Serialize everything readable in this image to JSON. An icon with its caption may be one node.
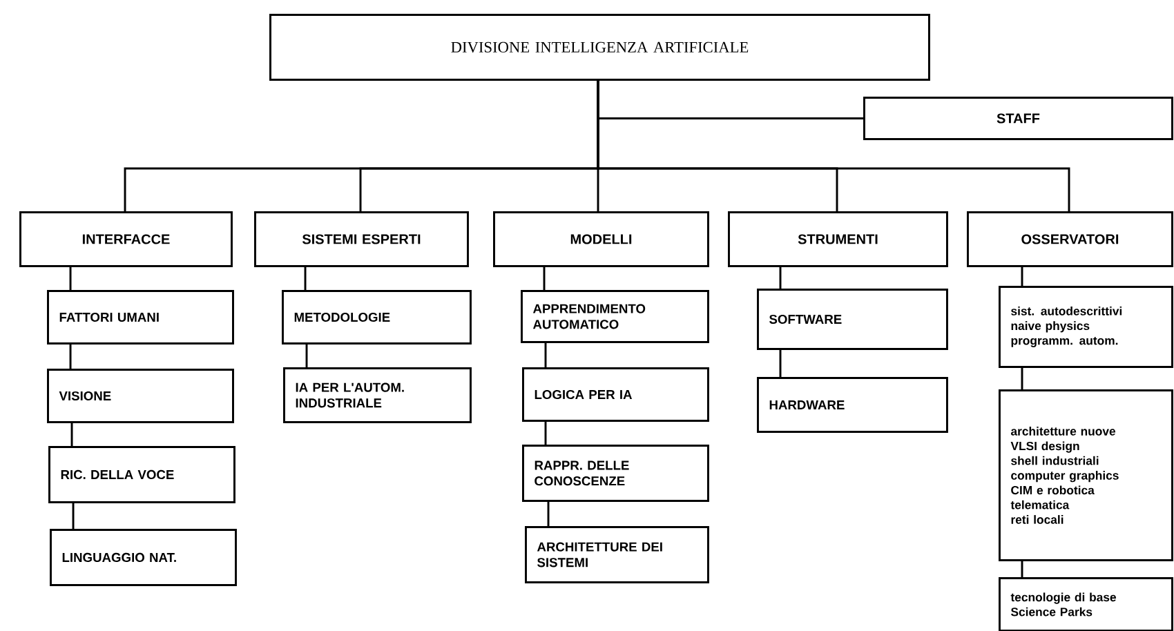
{
  "diagram": {
    "nodes": [
      {
        "text": [
          "DIVISIONE INTELLIGENZA ARTIFICIALE"
        ]
      },
      {
        "text": [
          "STAFF"
        ]
      },
      {
        "text": [
          "INTERFACCE"
        ]
      },
      {
        "text": [
          "SISTEMI ESPERTI"
        ]
      },
      {
        "text": [
          "MODELLI"
        ]
      },
      {
        "text": [
          "STRUMENTI"
        ]
      },
      {
        "text": [
          "OSSERVATORI"
        ]
      },
      {
        "text": [
          "FATTORI UMANI"
        ]
      },
      {
        "text": [
          "VISIONE"
        ]
      },
      {
        "text": [
          "RIC. DELLA VOCE"
        ]
      },
      {
        "text": [
          "LINGUAGGIO NAT."
        ]
      },
      {
        "text": [
          "METODOLOGIE"
        ]
      },
      {
        "text": [
          "IA PER L'AUTOM. INDUSTRIALE"
        ]
      },
      {
        "text": [
          "APPRENDIMENTO AUTOMATICO"
        ]
      },
      {
        "text": [
          "LOGICA PER IA"
        ]
      },
      {
        "text": [
          "RAPPR. DELLE CONOSCENZE"
        ]
      },
      {
        "text": [
          "ARCHITETTURE DEI SISTEMI"
        ]
      },
      {
        "text": [
          "SOFTWARE"
        ]
      },
      {
        "text": [
          "HARDWARE"
        ]
      },
      {
        "text": [
          "sist. autodescrittivi",
          "naive physics",
          "programm. autom."
        ]
      },
      {
        "text": [
          "architetture nuove",
          "VLSI design",
          "shell industriali",
          "computer graphics",
          "CIM e robotica",
          "telematica",
          "reti locali"
        ]
      },
      {
        "text": [
          "tecnologie di base",
          "Science Parks"
        ]
      }
    ],
    "edges": [
      {
        "from": 0,
        "to": 1,
        "arrow": "none"
      },
      {
        "from": 0,
        "to": 2,
        "arrow": "none"
      },
      {
        "from": 0,
        "to": 3,
        "arrow": "none"
      },
      {
        "from": 0,
        "to": 4,
        "arrow": "none"
      },
      {
        "from": 0,
        "to": 5,
        "arrow": "none"
      },
      {
        "from": 0,
        "to": 6,
        "arrow": "none"
      },
      {
        "from": 2,
        "to": 7,
        "arrow": "none"
      },
      {
        "from": 7,
        "to": 8,
        "arrow": "none"
      },
      {
        "from": 8,
        "to": 9,
        "arrow": "none"
      },
      {
        "from": 9,
        "to": 10,
        "arrow": "none"
      },
      {
        "from": 3,
        "to": 11,
        "arrow": "none"
      },
      {
        "from": 11,
        "to": 12,
        "arrow": "none"
      },
      {
        "from": 4,
        "to": 13,
        "arrow": "none"
      },
      {
        "from": 13,
        "to": 14,
        "arrow": "none"
      },
      {
        "from": 14,
        "to": 15,
        "arrow": "none"
      },
      {
        "from": 15,
        "to": 16,
        "arrow": "none"
      },
      {
        "from": 5,
        "to": 17,
        "arrow": "none"
      },
      {
        "from": 17,
        "to": 18,
        "arrow": "none"
      },
      {
        "from": 6,
        "to": 19,
        "arrow": "none"
      },
      {
        "from": 19,
        "to": 20,
        "arrow": "none"
      },
      {
        "from": 20,
        "to": 21,
        "arrow": "none"
      }
    ]
  }
}
